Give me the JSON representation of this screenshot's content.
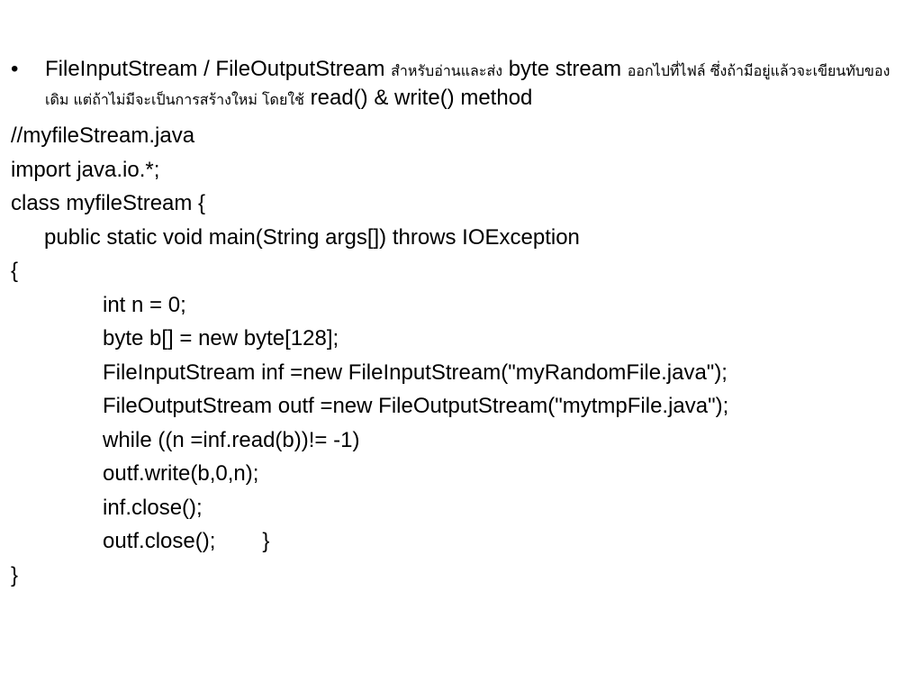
{
  "bullet": {
    "symbol": "•",
    "segments": [
      "FileInputStream / FileOutputStream",
      "สำหรับอ่านและส่ง",
      "byte stream",
      "ออกไปที่ไฟล์ ซึ่งถ้ามีอยู่แล้วจะเขียนทับของเดิม แต่ถ้าไม่มีจะเป็นการสร้างใหม่ โดยใช้",
      "read() & write() method"
    ]
  },
  "code": {
    "comment": "//myfileStream.java",
    "import": "import java.io.*;",
    "class_decl": "class myfileStream {",
    "method_decl": "public static void main(String args[]) throws IOException",
    "open_brace": "{",
    "body": [
      "int n = 0;",
      "byte b[] = new byte[128];",
      "FileInputStream inf =new FileInputStream(\"myRandomFile.java\");",
      "FileOutputStream outf =new FileOutputStream(\"mytmpFile.java\");",
      "while ((n =inf.read(b))!= -1)",
      "outf.write(b,0,n);",
      "inf.close();",
      "outf.close();"
    ],
    "inner_close_brace": "}",
    "close_brace": "}"
  }
}
